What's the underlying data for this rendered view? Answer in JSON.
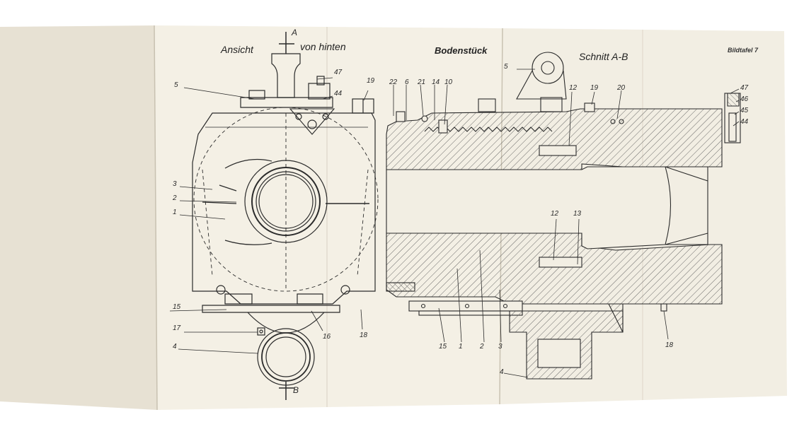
{
  "titles": {
    "view_left": "Ansicht",
    "view_right": "von hinten",
    "part_name": "Bodenstück",
    "section": "Schnitt A-B",
    "plate": "Bildtafel 7"
  },
  "section_marks": {
    "top": "A",
    "bottom": "B"
  },
  "callouts_rear_view": [
    "5",
    "3",
    "2",
    "1",
    "15",
    "17",
    "4",
    "47",
    "44",
    "16",
    "19",
    "18"
  ],
  "callouts_section_top": [
    "22",
    "6",
    "21",
    "14",
    "10",
    "5",
    "12",
    "19",
    "20",
    "47",
    "46",
    "45",
    "44"
  ],
  "callouts_section_middle": [
    "12",
    "13"
  ],
  "callouts_section_bottom": [
    "15",
    "1",
    "2",
    "3",
    "4",
    "18"
  ],
  "colors": {
    "paper_left": "#e6e0d2",
    "paper_main": "#f3efe4",
    "ink": "#2b2b2b",
    "hatch": "#555555"
  }
}
